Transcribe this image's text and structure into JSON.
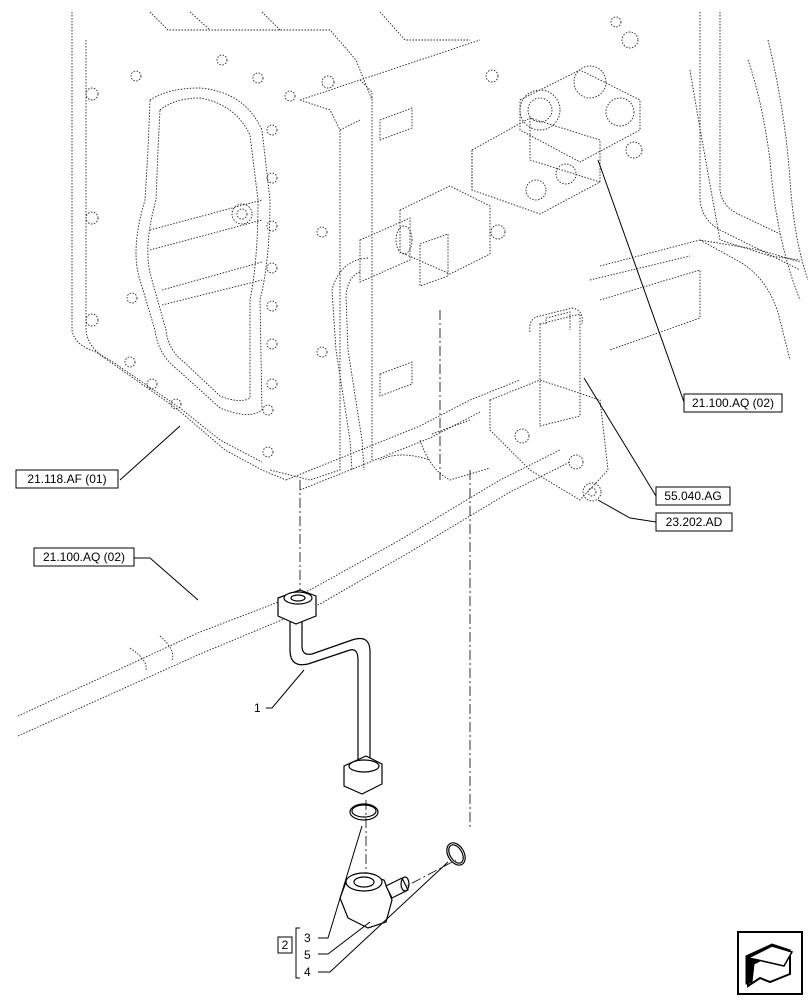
{
  "callouts": {
    "ref_21_100_aq_right": "21.100.AQ (02)",
    "ref_55_040_ag": "55.040.AG",
    "ref_23_202_ad": "23.202.AD",
    "ref_21_118_af": "21.118.AF (01)",
    "ref_21_100_aq_left": "21.100.AQ (02)"
  },
  "part_numbers": {
    "pipe": "1",
    "kit": "2",
    "o_ring": "3",
    "adapter": "4",
    "seal": "5"
  },
  "icons": {
    "nav": "arrow-navigation-icon"
  }
}
